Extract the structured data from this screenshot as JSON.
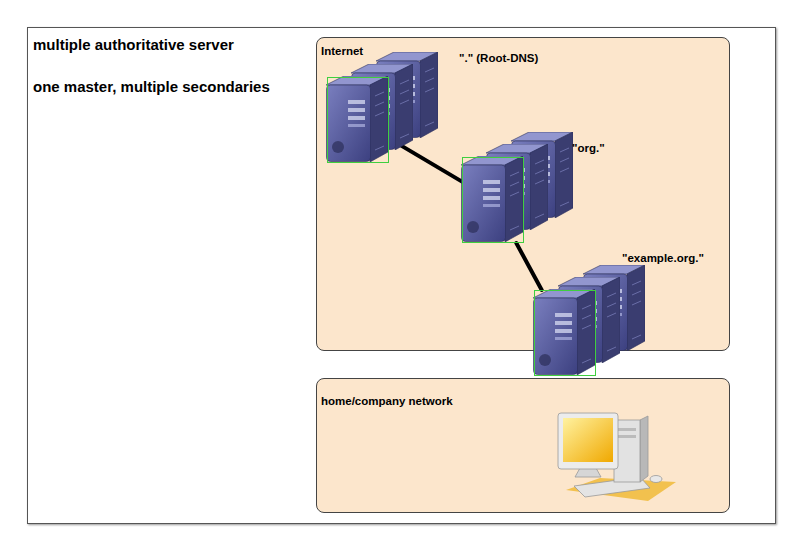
{
  "diagram": {
    "title": "multiple authoritative server",
    "nodes": [
      {
        "text": [
          "Internet"
        ]
      },
      {
        "text": [
          "\".\" (Root-DNS)"
        ],
        "in": 0
      },
      {
        "text": [
          "\"org.\""
        ],
        "in": 0
      },
      {
        "text": [
          "\"example.org.\""
        ],
        "in": 0
      },
      {
        "text": [
          "home/company network"
        ]
      }
    ],
    "edges": [
      {
        "from": 1,
        "to": 2,
        "arrow": "none"
      },
      {
        "from": 2,
        "to": 3,
        "arrow": "none"
      }
    ],
    "labels": [
      "one master, multiple secondaries"
    ]
  }
}
